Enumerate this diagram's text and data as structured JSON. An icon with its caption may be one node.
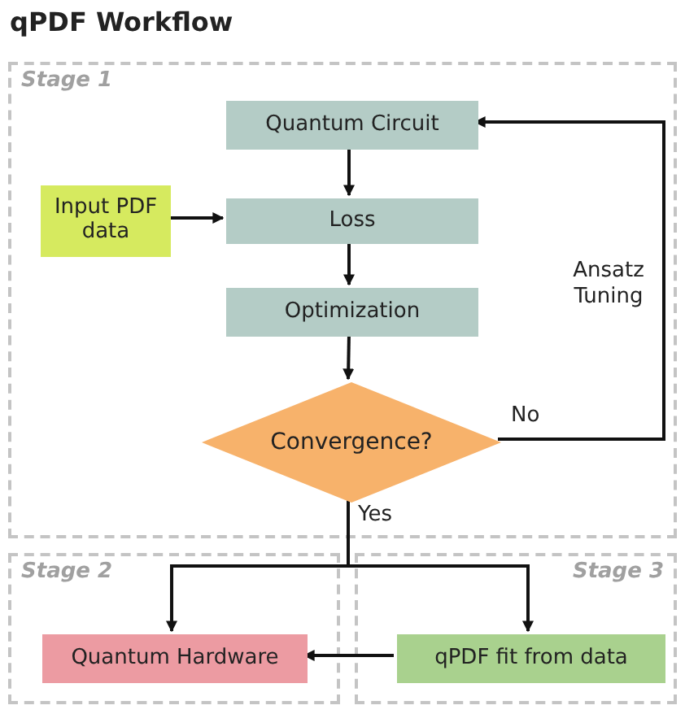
{
  "diagram": {
    "title": "qPDF Workflow",
    "nodes": [
      {
        "text": [
          "Stage 1"
        ]
      },
      {
        "text": [
          "Quantum Circuit"
        ],
        "in": 0
      },
      {
        "text": [
          "Input PDF data"
        ],
        "in": 0
      },
      {
        "text": [
          "Loss"
        ],
        "in": 0
      },
      {
        "text": [
          "Optimization"
        ],
        "in": 0
      },
      {
        "text": [
          "Convergence?"
        ],
        "in": 0
      },
      {
        "text": [
          "Stage 2"
        ]
      },
      {
        "text": [
          "Stage 3"
        ]
      },
      {
        "text": [
          "Quantum Hardware"
        ],
        "in": 6
      },
      {
        "text": [
          "qPDF fit from data"
        ],
        "in": 7
      }
    ],
    "edges": [
      {
        "from": 1,
        "to": 3,
        "arrow": "to"
      },
      {
        "from": 2,
        "to": 3,
        "arrow": "to"
      },
      {
        "from": 3,
        "to": 4,
        "arrow": "to"
      },
      {
        "from": 4,
        "to": 5,
        "arrow": "to"
      },
      {
        "from": 5,
        "to": 1,
        "arrow": "to",
        "label": "No"
      },
      {
        "from": 5,
        "to": 8,
        "arrow": "to"
      },
      {
        "from": 5,
        "to": 9,
        "arrow": "to"
      },
      {
        "from": 9,
        "to": 8,
        "arrow": "to"
      }
    ],
    "labels": [
      "Ansatz Tuning",
      "Yes"
    ]
  }
}
